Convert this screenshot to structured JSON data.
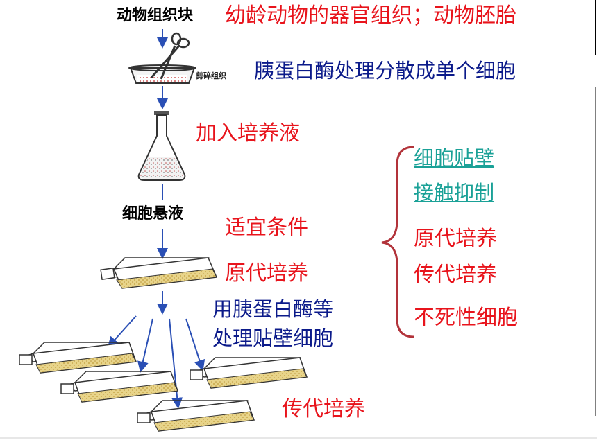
{
  "steps": {
    "tissue_block": "动物组织块",
    "tissue_source": "幼龄动物的器官组织；动物胚胎",
    "dish_label": "剪碎组织",
    "trypsin_dispersal": "胰蛋白酶处理分散成单个细胞",
    "add_medium": "加入培养液",
    "cell_suspension": "细胞悬液",
    "suitable_conditions": "适宜条件",
    "primary_culture": "原代培养",
    "trypsin_line1": "用胰蛋白酶等",
    "trypsin_line2": "处理贴壁细胞",
    "subculture": "传代培养"
  },
  "summary": {
    "items": [
      "细胞贴壁",
      "接触抑制",
      "原代培养",
      "传代培养",
      "不死性细胞"
    ]
  },
  "colors": {
    "red": "#e8141c",
    "navy": "#0b1a8a",
    "teal": "#1aa197",
    "arrow": "#2a4fb5",
    "culture": "#e8d48a",
    "brace": "#b2333a"
  }
}
